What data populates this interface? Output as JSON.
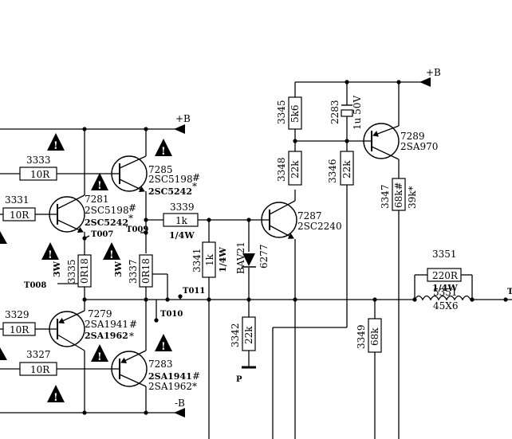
{
  "rails": {
    "pos": "+B",
    "neg": "-B"
  },
  "resistors": [
    {
      "ref": "3333",
      "value": "10R"
    },
    {
      "ref": "3331",
      "value": "10R"
    },
    {
      "ref": "3329",
      "value": "10R"
    },
    {
      "ref": "3327",
      "value": "10R"
    },
    {
      "ref": "3339",
      "value": "1k",
      "power": "1/4W"
    },
    {
      "ref": "3341",
      "value": "1k",
      "power": "1/4W"
    },
    {
      "ref": "3335",
      "value": "0R18",
      "power": "3W"
    },
    {
      "ref": "3337",
      "value": "0R18",
      "power": "3W"
    },
    {
      "ref": "3345",
      "value": "5k6"
    },
    {
      "ref": "3348",
      "value": "22k"
    },
    {
      "ref": "3346",
      "value": "22k"
    },
    {
      "ref": "3347",
      "value": "68k#",
      "alt": "39k*"
    },
    {
      "ref": "3342",
      "value": "22k"
    },
    {
      "ref": "3349",
      "value": "68k"
    },
    {
      "ref": "3351",
      "value": "220R",
      "power": "1/4W"
    }
  ],
  "capacitor": {
    "ref": "2283",
    "value": "1u 50V"
  },
  "diode": {
    "ref": "6277",
    "part": "BAV21"
  },
  "inductor": {
    "ref": "5351",
    "value": "45X6"
  },
  "transistors": [
    {
      "ref": "7285",
      "part1": "2SC5198",
      "mark1": "#",
      "part2": "2SC5242",
      "mark2": "*"
    },
    {
      "ref": "7281",
      "part1": "2SC5198",
      "mark1": "#",
      "part2": "2SC5242",
      "mark2": "*"
    },
    {
      "ref": "7279",
      "part1": "2SA1941",
      "mark1": "#",
      "part2": "2SA1962",
      "mark2": "*"
    },
    {
      "ref": "7283",
      "part1": "2SA1941",
      "mark1": "#",
      "part2": "2SA1962",
      "mark2": "*"
    },
    {
      "ref": "7287",
      "part1": "2SC2240"
    },
    {
      "ref": "7289",
      "part1": "2SA970"
    }
  ],
  "test_points": [
    "T007",
    "T008",
    "T009",
    "T010",
    "T011",
    "T"
  ],
  "node_label": "P",
  "warning_symbol": "!"
}
